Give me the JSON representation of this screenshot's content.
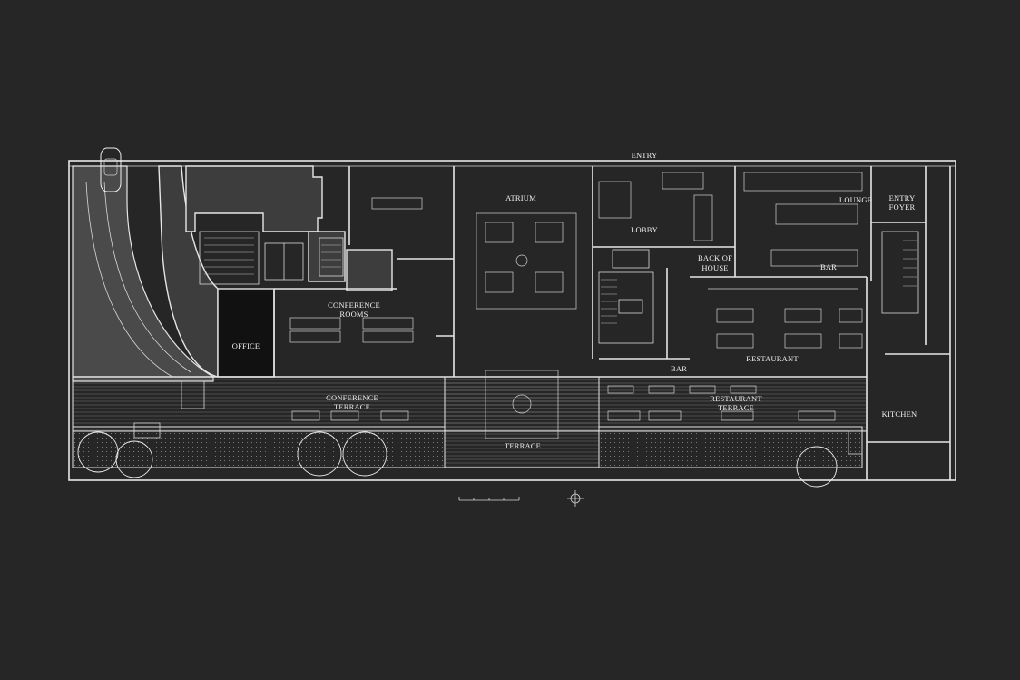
{
  "labels": {
    "entry": "ENTRY",
    "atrium": "ATRIUM",
    "lounge": "LOUNGE",
    "entry_foyer_1": "ENTRY",
    "entry_foyer_2": "FOYER",
    "lobby": "LOBBY",
    "back_of_house_1": "BACK OF",
    "back_of_house_2": "HOUSE",
    "bar_upper": "BAR",
    "conference_rooms_1": "CONFERENCE",
    "conference_rooms_2": "ROOMS",
    "office": "OFFICE",
    "bar_lower": "BAR",
    "restaurant": "RESTAURANT",
    "conference_terrace_1": "CONFERENCE",
    "conference_terrace_2": "TERRACE",
    "restaurant_terrace_1": "RESTAURANT",
    "restaurant_terrace_2": "TERRACE",
    "kitchen": "KITCHEN",
    "terrace": "TERRACE"
  },
  "icons": {
    "north_arrow": "compass-rose-icon",
    "scale_bar": "scale-bar-icon",
    "vehicle": "car-icon"
  },
  "colors": {
    "background": "#262626",
    "linework": "#e6e6e6",
    "dark_fill": "#3d3d3d",
    "office_fill": "#111111"
  }
}
